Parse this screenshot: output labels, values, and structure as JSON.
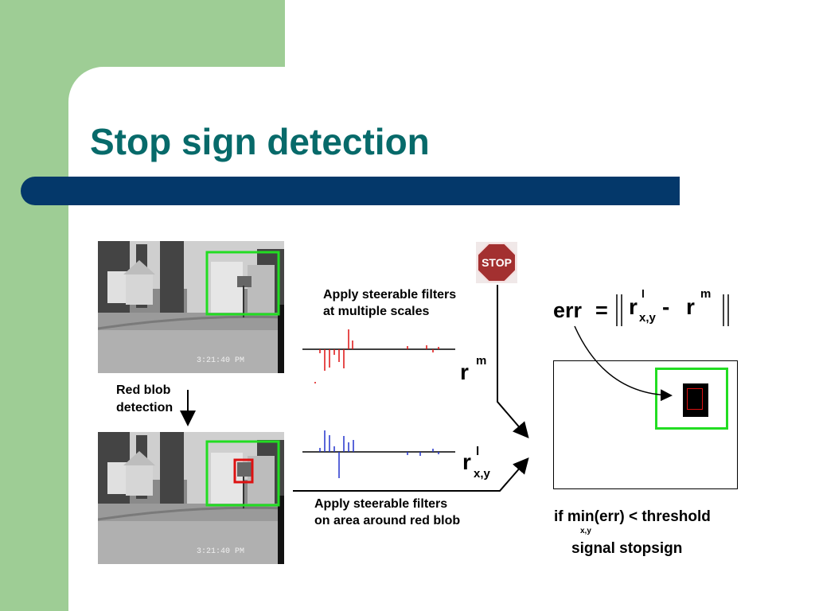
{
  "slide": {
    "title": "Stop sign detection",
    "colors": {
      "title": "#076a6a",
      "bar": "#04386a",
      "side_panel": "#9ecd95",
      "box_green": "#22dd22",
      "box_red": "#dd1111",
      "filter_red": "#dd1111",
      "filter_blue": "#2233cc"
    }
  },
  "diagram": {
    "photo_top": {
      "timestamp": "3:21:40 PM",
      "detection_box_color": "green"
    },
    "photo_bottom": {
      "timestamp": "3:21:40 PM",
      "blob_box_color": "red"
    },
    "red_blob_label": [
      "Red blob",
      "detection"
    ],
    "stop_sign_text": "STOP",
    "filter_label_top": [
      "Apply steerable filters",
      "at multiple scales"
    ],
    "filter_label_bottom": [
      "Apply steerable filters",
      "on area around red blob"
    ],
    "r_m": {
      "base": "r",
      "sup": "m"
    },
    "r_l": {
      "base": "r",
      "sup": "l",
      "sub": "x,y"
    },
    "err_equation": "err = ‖ rˡₓ,ᵧ - rᵐ ‖",
    "err_parts": {
      "lhs": "err",
      "eq": "=",
      "r_l_sub": "x,y",
      "sup_l": "l",
      "minus": "-",
      "sup_m": "m"
    },
    "decision_line": "if min(err) < threshold",
    "decision_sub": "x,y",
    "decision_output": "signal stopsign"
  }
}
